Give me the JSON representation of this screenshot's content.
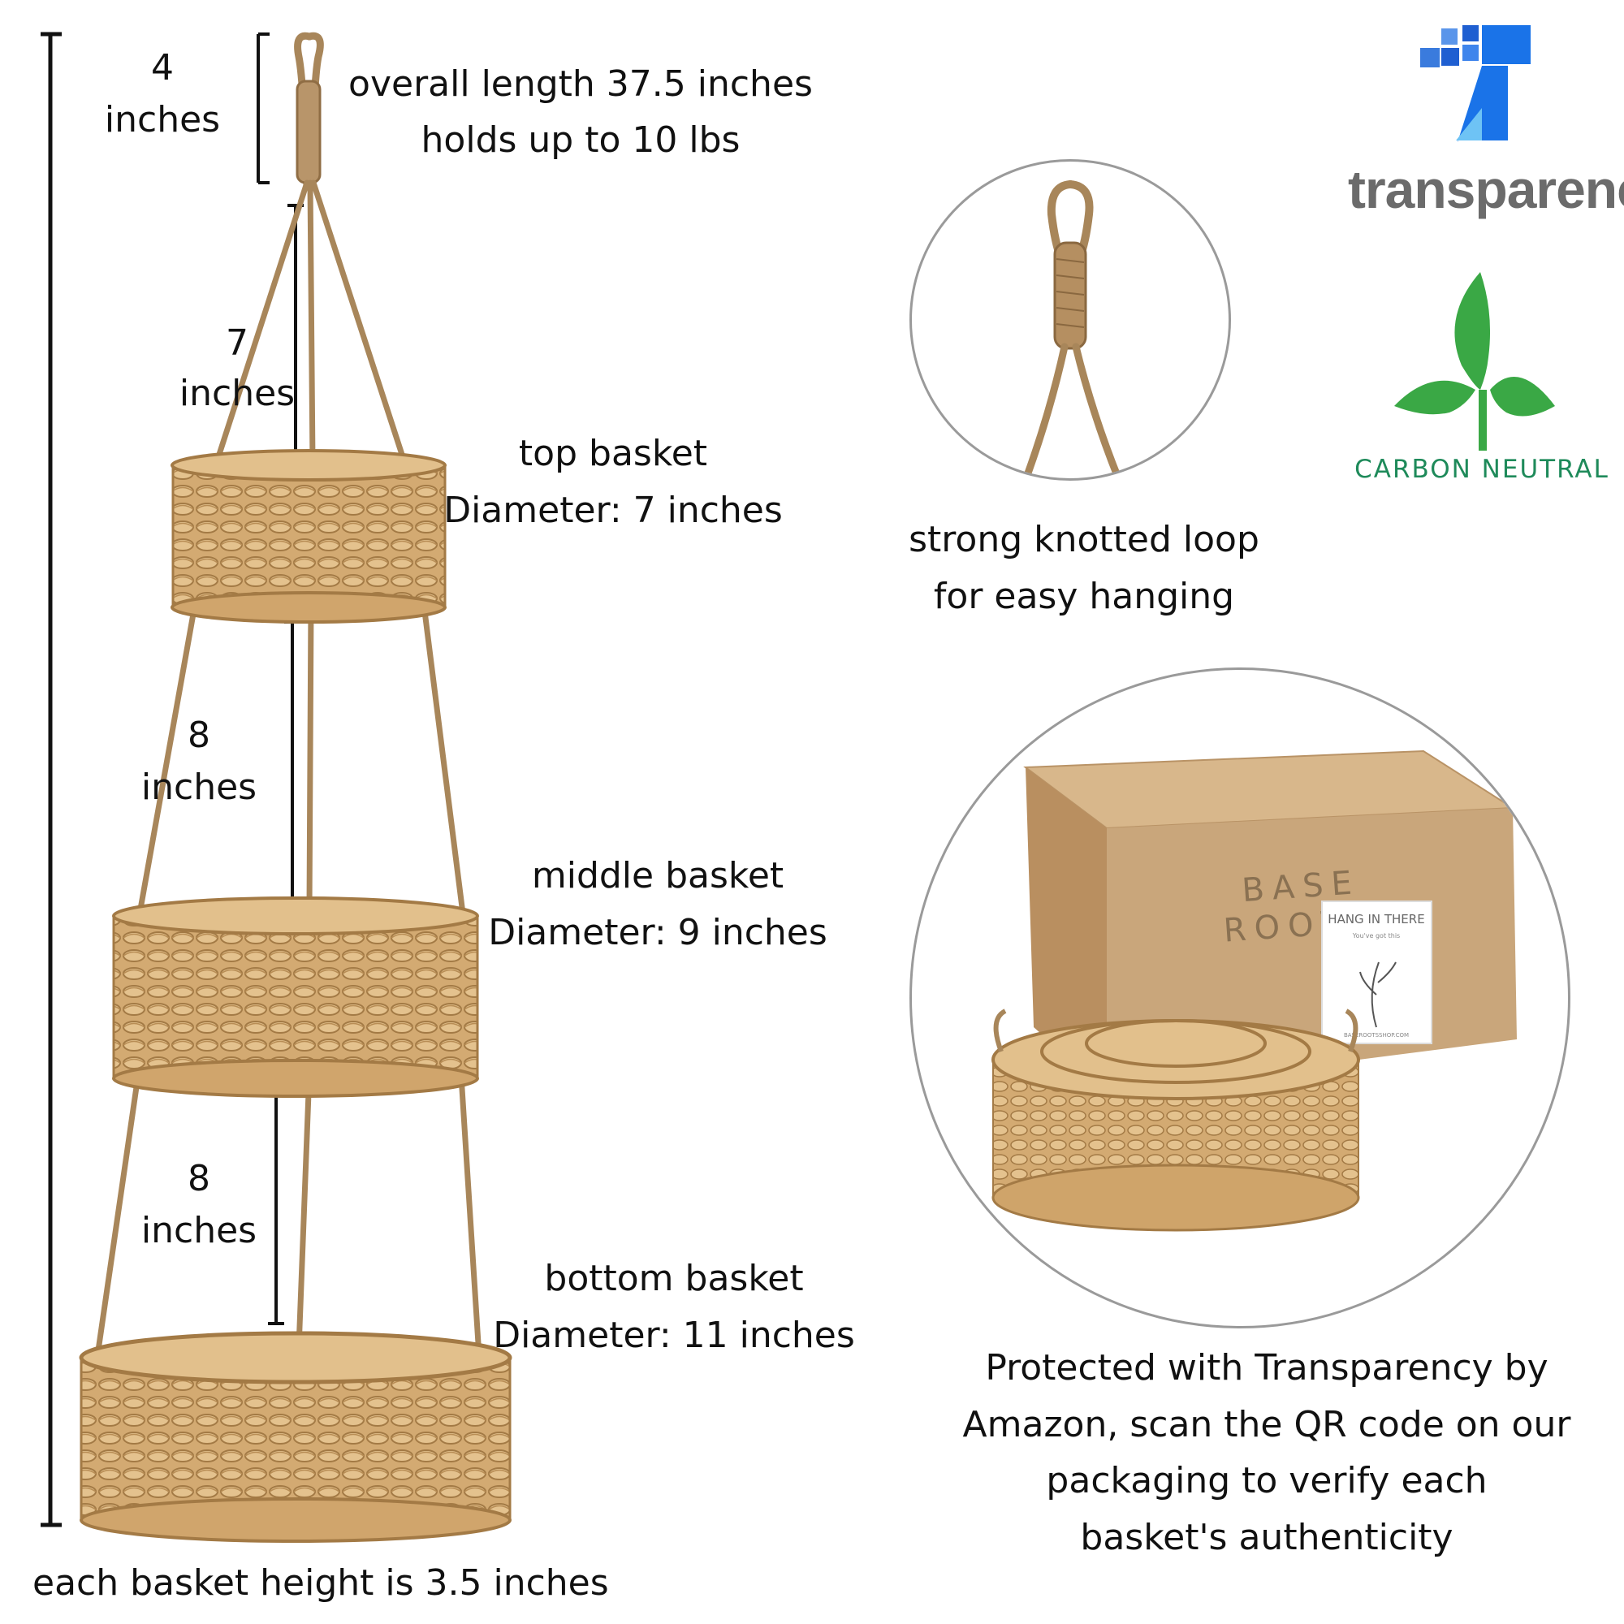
{
  "dimensions": {
    "loop_value": "4",
    "loop_unit": "inches",
    "overall_length": "overall length 37.5 inches",
    "weight_capacity": "holds up to 10 lbs",
    "top_spacing_value": "7",
    "top_spacing_unit": "inches",
    "middle_spacing_value": "8",
    "middle_spacing_unit": "inches",
    "bottom_spacing_value": "8",
    "bottom_spacing_unit": "inches"
  },
  "baskets": {
    "top_name": "top basket",
    "top_diameter": "Diameter: 7 inches",
    "middle_name": "middle basket",
    "middle_diameter": "Diameter: 9 inches",
    "bottom_name": "bottom basket",
    "bottom_diameter": "Diameter: 11 inches",
    "height_note": "each basket height is 3.5 inches"
  },
  "loop_feature": {
    "line1": "strong knotted loop",
    "line2": "for easy hanging"
  },
  "packaging": {
    "brand_line1": "BASE",
    "brand_line2": "ROOTS",
    "card_title": "HANG IN THERE",
    "card_subtitle": "You've got this",
    "card_url": "BASEROOTSSHOP.COM"
  },
  "transparency": {
    "line1": "Protected with Transparency by",
    "line2": "Amazon, scan the QR code on our",
    "line3": "packaging to verify each",
    "line4": "basket's authenticity"
  },
  "logos": {
    "transparency_label": "transparency",
    "carbon_label": "CARBON NEUTRAL"
  },
  "colors": {
    "jute": "#a8865a",
    "wicker": "#d3aa72",
    "wicker_dark": "#a37a45",
    "transparency_blue": "#1a73e8",
    "carbon_green": "#3aa845",
    "carbon_text": "#1e8a5a",
    "box_kraft": "#c9a67b"
  }
}
